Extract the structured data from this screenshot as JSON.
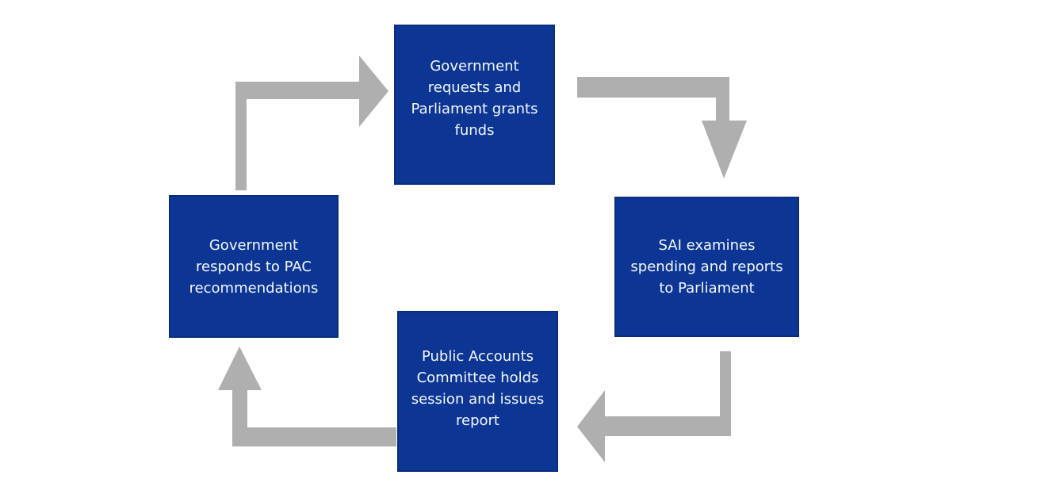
{
  "diagram": {
    "description": "Circular accountability flow between Government, Parliament, SAI and the Public Accounts Committee",
    "nodes": [
      {
        "id": "top",
        "label": "Government requests and Parliament grants funds"
      },
      {
        "id": "right",
        "label": "SAI examines spending and reports to Parliament"
      },
      {
        "id": "bottom",
        "label": "Public Accounts Committee holds session and issues report"
      },
      {
        "id": "left",
        "label": "Government responds to PAC recommendations"
      }
    ],
    "flow": [
      {
        "from": "left",
        "to": "top",
        "arrow": "elbow-up-then-right"
      },
      {
        "from": "top",
        "to": "right",
        "arrow": "elbow-right-then-down"
      },
      {
        "from": "right",
        "to": "bottom",
        "arrow": "elbow-down-then-left"
      },
      {
        "from": "bottom",
        "to": "left",
        "arrow": "elbow-left-then-up"
      }
    ],
    "colors": {
      "node_fill": "#0d3694",
      "node_border": "#0a2d7c",
      "node_text": "#f4f8ff",
      "arrow": "#afafaf",
      "background": "#ffffff"
    }
  }
}
